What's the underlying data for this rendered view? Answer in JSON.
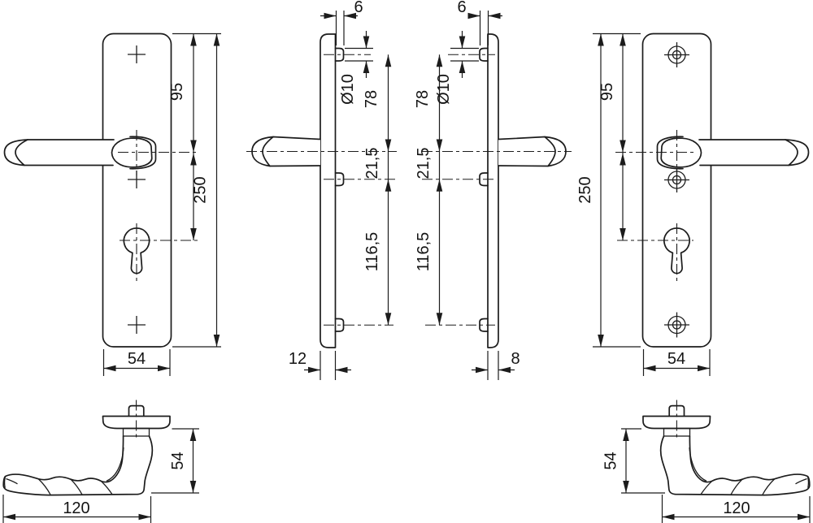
{
  "drawing": {
    "background": "#ffffff",
    "line_color": "#1c1c1c",
    "views": {
      "front_left": {
        "handle_from_top": "95",
        "total_height": "250",
        "width": "54"
      },
      "side_left": {
        "stud_length": "6",
        "stud_diameter": "Ø10",
        "top_stud_to_handle": "78",
        "handle_to_cylinder": "21,5",
        "cylinder_to_bottom_stud": "116,5",
        "plate_thickness": "12"
      },
      "side_right": {
        "stud_length": "6",
        "stud_diameter": "Ø10",
        "top_stud_to_handle": "78",
        "handle_to_cylinder": "21,5",
        "cylinder_to_bottom_stud": "116,5",
        "plate_thickness": "8"
      },
      "front_right": {
        "handle_from_top": "95",
        "total_height": "250",
        "width": "54"
      },
      "profile_left": {
        "height": "54",
        "length": "120"
      },
      "profile_right": {
        "height": "54",
        "length": "120"
      }
    }
  }
}
